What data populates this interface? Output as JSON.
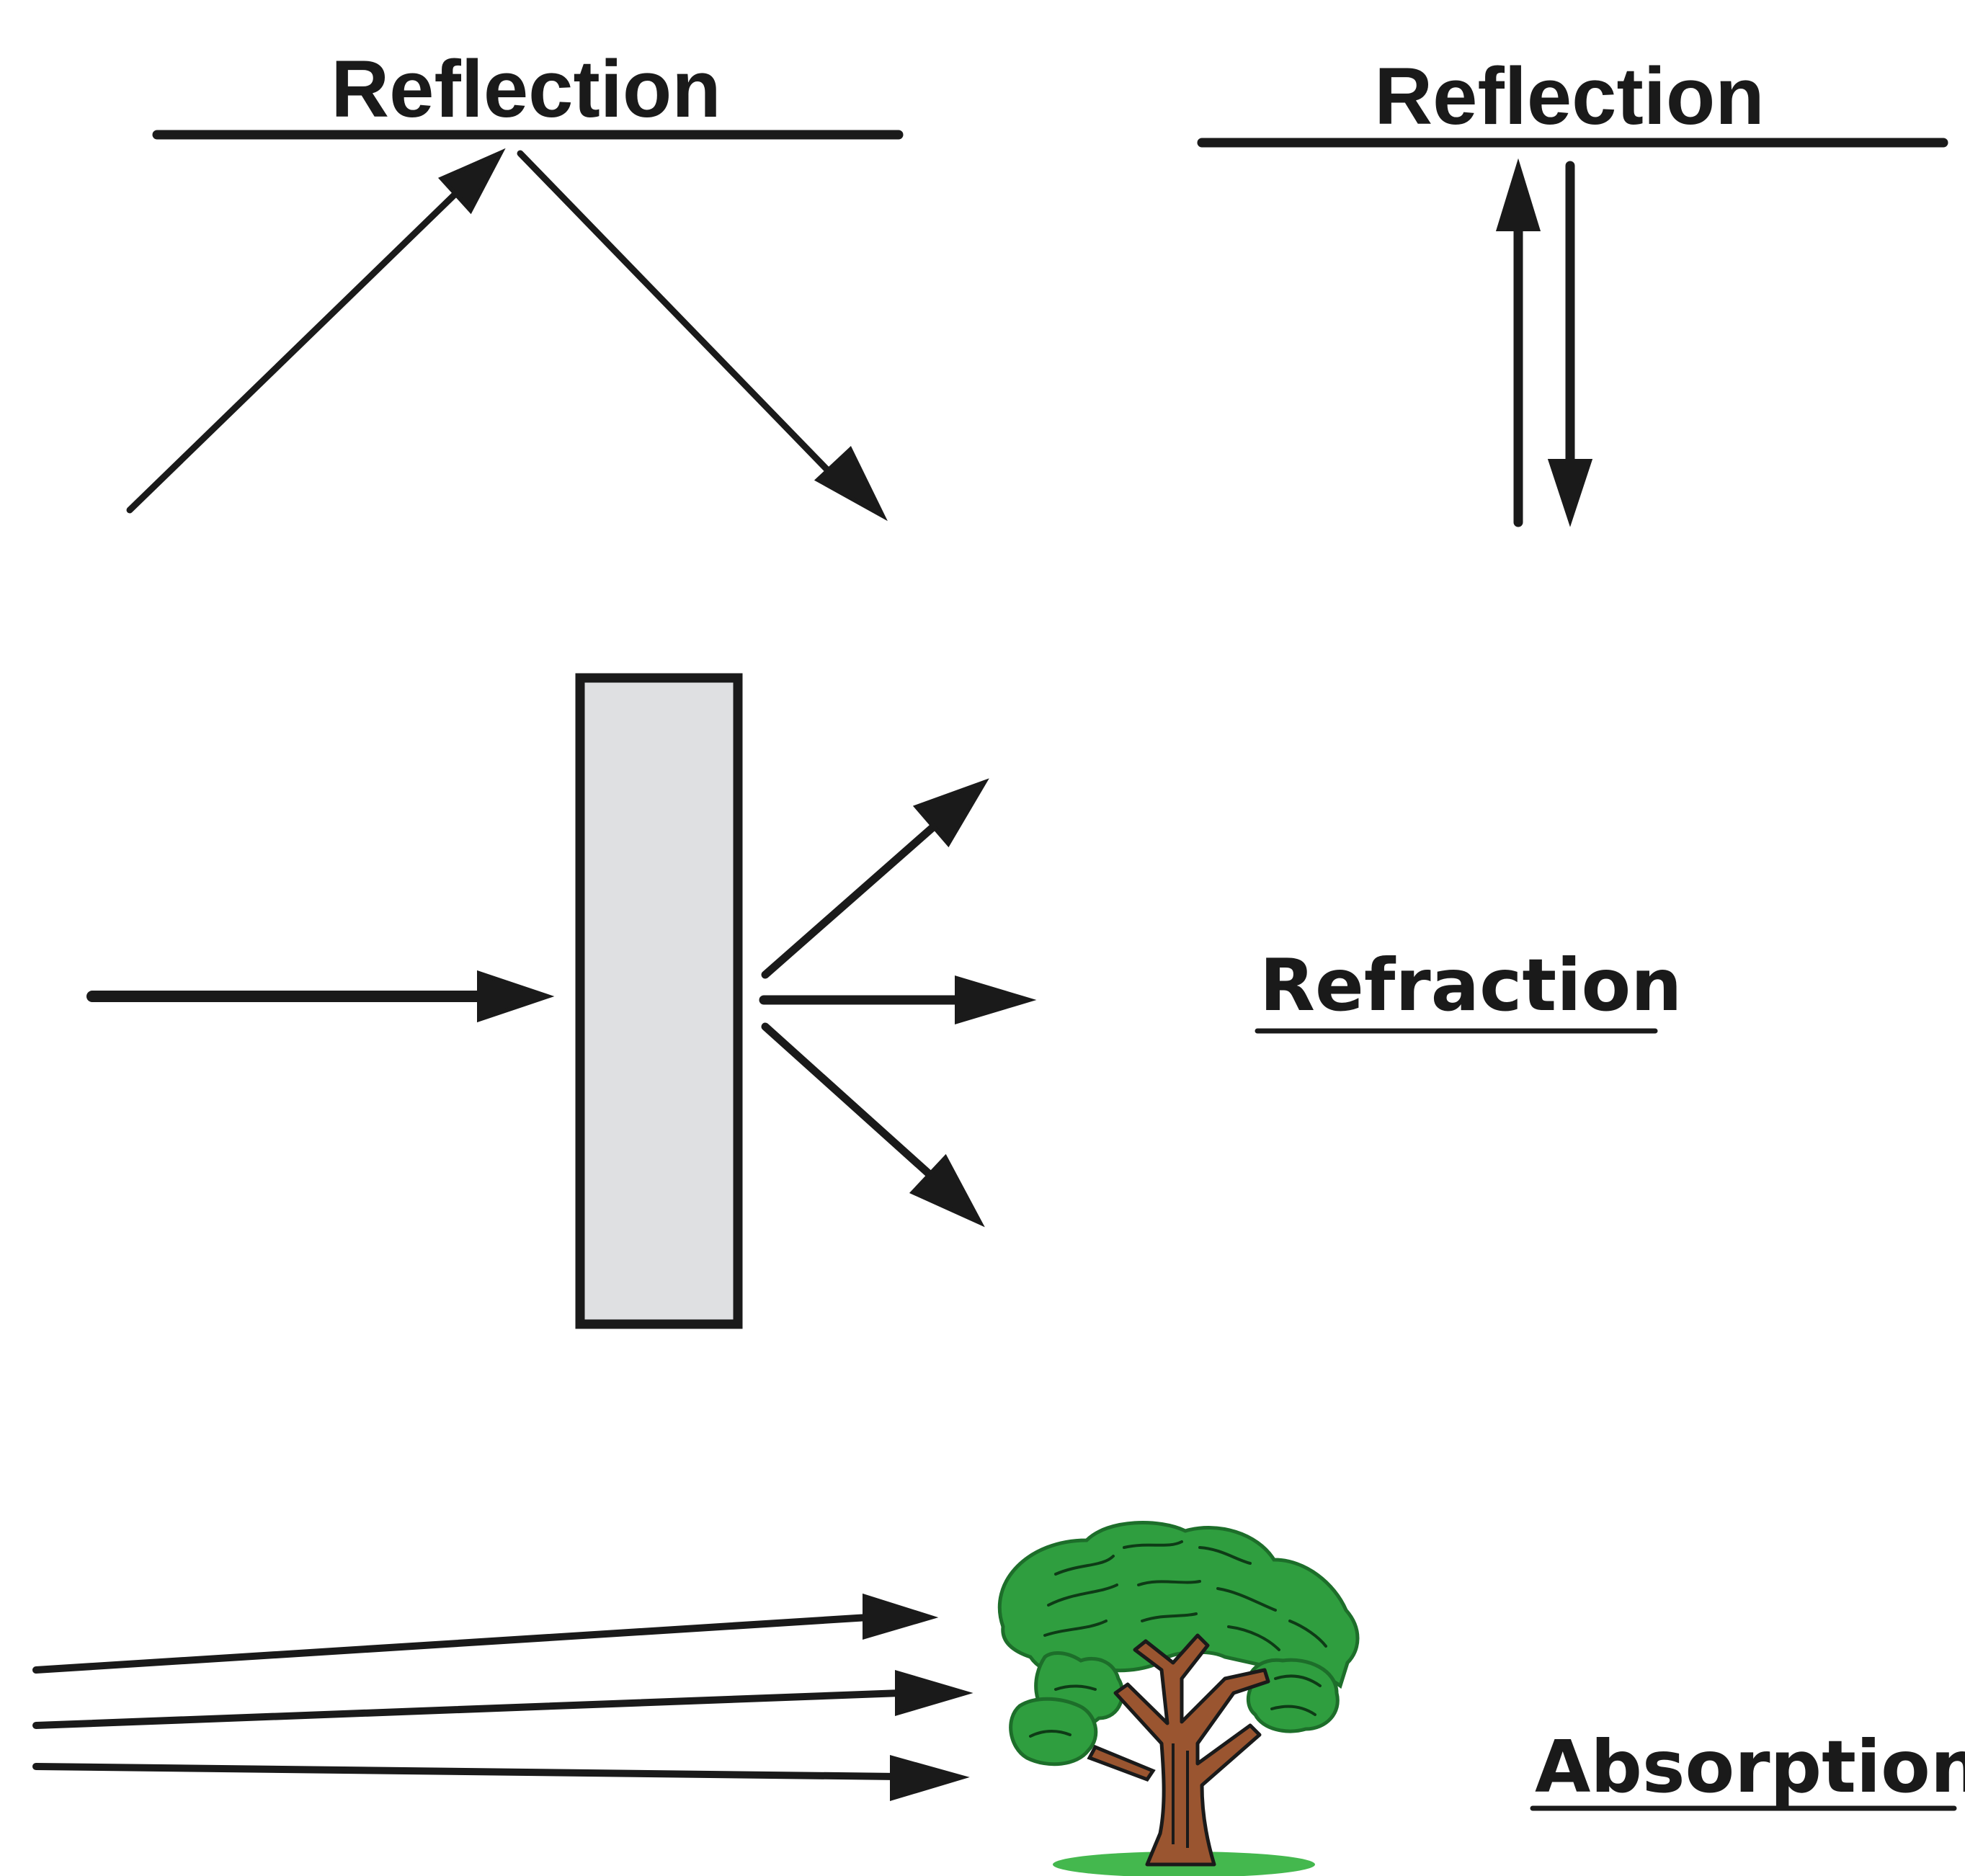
{
  "labels": {
    "reflection_angled": "Reflection",
    "reflection_normal": "Reflection",
    "refraction": "Refraction",
    "absorption": "Absorption"
  },
  "colors": {
    "ink": "#1a1a1a",
    "slab_fill": "#dfe0e2",
    "foliage": "#2f9e3f",
    "trunk": "#9a5530",
    "ground": "#44b84e"
  },
  "icons": {
    "tree": "tree-icon"
  }
}
